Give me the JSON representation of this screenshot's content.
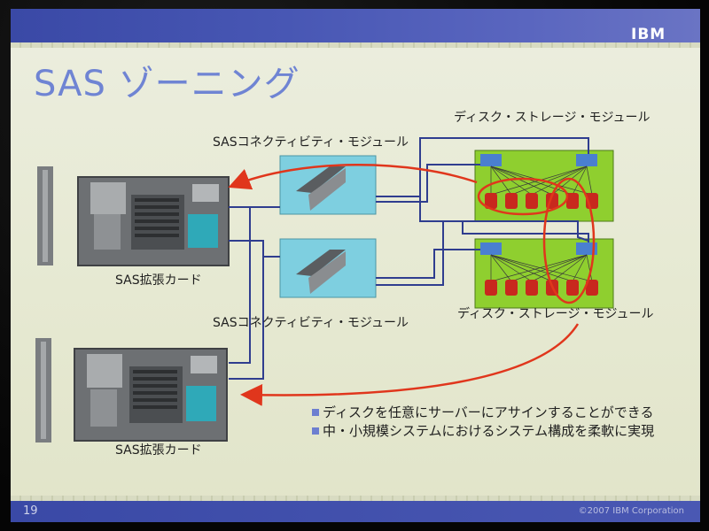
{
  "slide": {
    "title": "SAS ゾーニング",
    "logo": "IBM",
    "page_number": "19",
    "copyright": "©2007 IBM Corporation"
  },
  "diagram": {
    "connectivity_module_top": "SASコネクティビティ・モジュール",
    "connectivity_module_bottom": "SASコネクティビティ・モジュール",
    "storage_module_top": "ディスク・ストレージ・モジュール",
    "storage_module_bottom": "ディスク・ストレージ・モジュール",
    "expansion_card_top": "SAS拡張カード",
    "expansion_card_bottom": "SAS拡張カード"
  },
  "bullets": [
    "ディスクを任意にサーバーにアサインすることができる",
    "中・小規模システムにおけるシステム構成を柔軟に実現"
  ],
  "colors": {
    "accent": "#4857b4",
    "title": "#6f84d3",
    "arrow": "#e0361c",
    "storage": "#8fcf2f",
    "module": "#7ecfe0",
    "disk": "#c8281e"
  }
}
